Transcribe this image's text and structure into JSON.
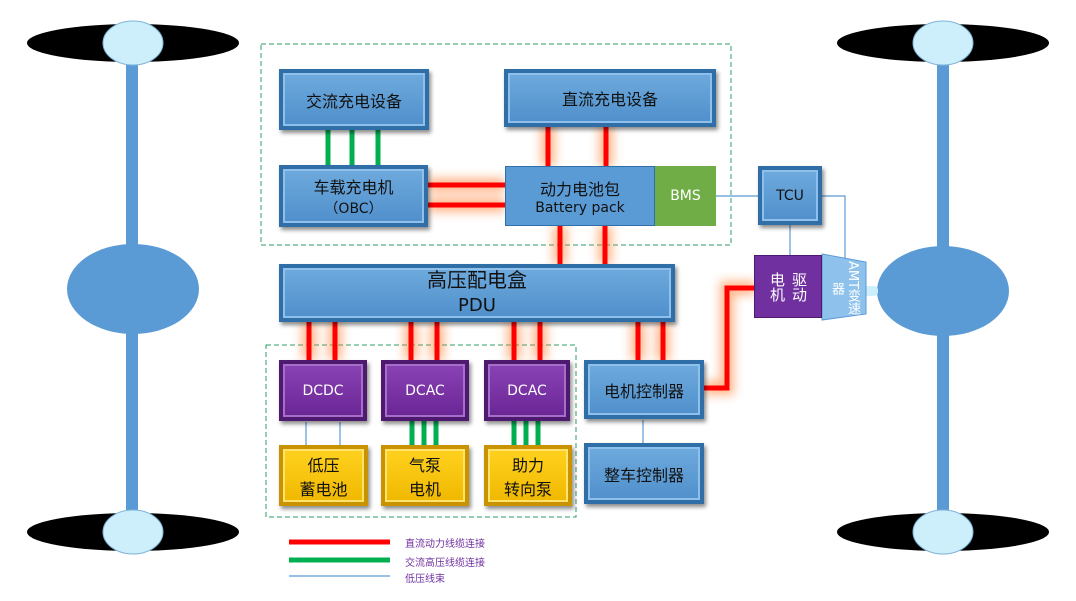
{
  "boxes": {
    "ac_charger": "交流充电设备",
    "dc_charger": "直流充电设备",
    "obc_line1": "车载充电机",
    "obc_line2": "（OBC）",
    "battery_line1": "动力电池包",
    "battery_line2": "Battery pack",
    "bms": "BMS",
    "tcu": "TCU",
    "pdu_line1": "高压配电盒",
    "pdu_line2": "PDU",
    "dcdc": "DCDC",
    "dcac1": "DCAC",
    "dcac2": "DCAC",
    "low_battery_line1": "低压",
    "low_battery_line2": "蓄电池",
    "air_pump_line1": "气泵",
    "air_pump_line2": "电机",
    "steering_pump_line1": "助力",
    "steering_pump_line2": "转向泵",
    "motor_controller": "电机控制器",
    "vehicle_controller": "整车控制器",
    "drive_motor": "驱动\n电机",
    "amt_line1": "AMT",
    "amt_line2": "变速器"
  },
  "legend": {
    "dc_power": "直流动力线缆连接",
    "ac_hv": "交流高压线缆连接",
    "low_voltage": "低压线束"
  },
  "colors": {
    "dc_power": "#ff0000",
    "ac_hv": "#00b050",
    "low_voltage": "#5b9bd5",
    "dashed_border": "#2e9e6a",
    "wheel": "#000000",
    "hub": "#cdeffb",
    "axle": "#5b9bd5"
  }
}
